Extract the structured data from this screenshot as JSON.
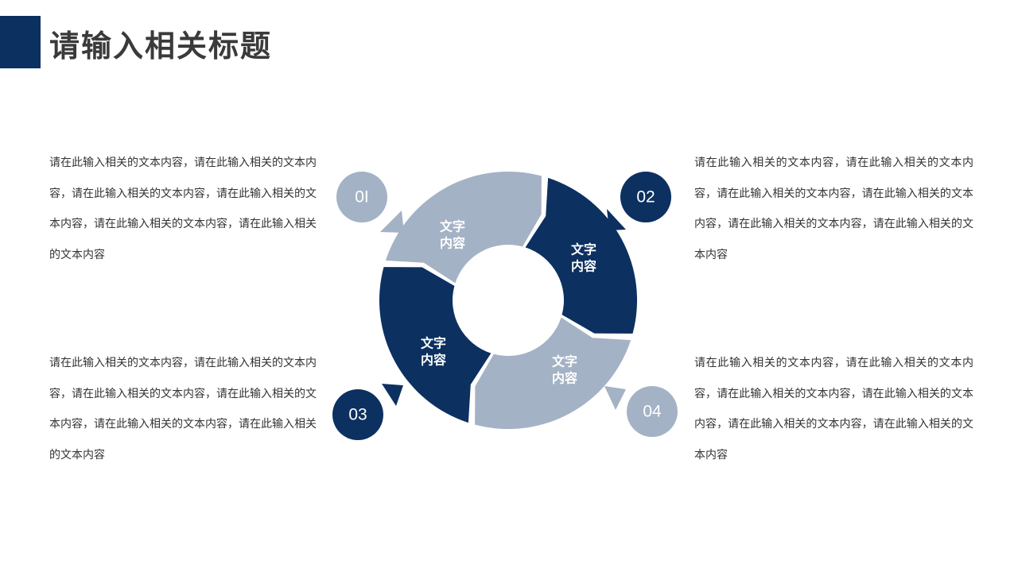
{
  "header": {
    "title": "请输入相关标题"
  },
  "colors": {
    "dark": "#0c3060",
    "light": "#a4b2c5",
    "text": "#333333"
  },
  "cycle": {
    "segments": [
      {
        "line1": "文字",
        "line2": "内容",
        "color": "light"
      },
      {
        "line1": "文字",
        "line2": "内容",
        "color": "dark"
      },
      {
        "line1": "文字",
        "line2": "内容",
        "color": "light"
      },
      {
        "line1": "文字",
        "line2": "内容",
        "color": "dark"
      }
    ],
    "badges": [
      "0I",
      "02",
      "03",
      "04"
    ]
  },
  "blocks": {
    "top_left": "请在此输入相关的文本内容，请在此输入相关的文本内容，请在此输入相关的文本内容，请在此输入相关的文本内容，请在此输入相关的文本内容，请在此输入相关的文本内容",
    "top_right": "请在此输入相关的文本内容，请在此输入相关的文本内容，请在此输入相关的文本内容，请在此输入相关的文本内容，请在此输入相关的文本内容，请在此输入相关的文本内容",
    "bottom_left": "请在此输入相关的文本内容，请在此输入相关的文本内容，请在此输入相关的文本内容，请在此输入相关的文本内容，请在此输入相关的文本内容，请在此输入相关的文本内容",
    "bottom_right": "请在此输入相关的文本内容，请在此输入相关的文本内容，请在此输入相关的文本内容，请在此输入相关的文本内容，请在此输入相关的文本内容，请在此输入相关的文本内容"
  }
}
